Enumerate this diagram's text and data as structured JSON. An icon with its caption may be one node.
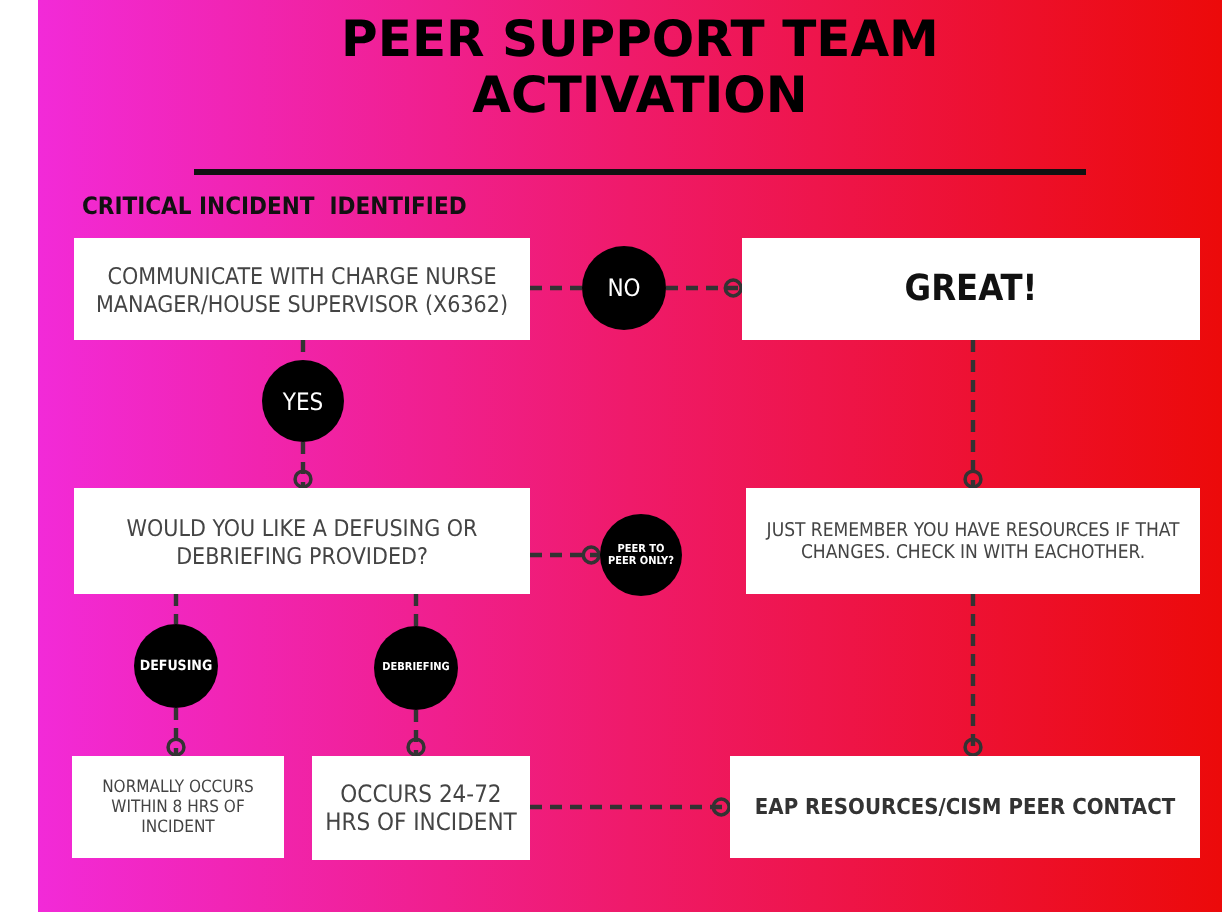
{
  "diagram": {
    "title": "PEER SUPPORT TEAM ACTIVATION",
    "nodes": [
      {
        "text": [
          "COMMUNICATE WITH CHARGE NURSE MANAGER/HOUSE SUPERVISOR (X6362)"
        ]
      },
      {
        "text": [
          "NO"
        ]
      },
      {
        "text": [
          "GREAT!"
        ]
      },
      {
        "text": [
          "YES"
        ]
      },
      {
        "text": [
          "WOULD YOU LIKE A DEFUSING OR DEBRIEFING PROVIDED?"
        ]
      },
      {
        "text": [
          "PEER TO PEER ONLY?"
        ]
      },
      {
        "text": [
          "JUST REMEMBER YOU HAVE RESOURCES IF THAT CHANGES. CHECK IN WITH EACHOTHER."
        ]
      },
      {
        "text": [
          "DEFUSING"
        ]
      },
      {
        "text": [
          "DEBRIEFING"
        ]
      },
      {
        "text": [
          "NORMALLY OCCURS WITHIN 8 HRS OF INCIDENT"
        ]
      },
      {
        "text": [
          "OCCURS 24-72 HRS OF INCIDENT"
        ]
      },
      {
        "text": [
          "EAP RESOURCES/CISM PEER CONTACT"
        ]
      }
    ],
    "edges": [
      {
        "from": 0,
        "to": 1,
        "arrow": "none"
      },
      {
        "from": 1,
        "to": 2,
        "arrow": "other"
      },
      {
        "from": 0,
        "to": 3,
        "arrow": "none"
      },
      {
        "from": 3,
        "to": 4,
        "arrow": "other"
      },
      {
        "from": 4,
        "to": 5,
        "arrow": "other"
      },
      {
        "from": 2,
        "to": 6,
        "arrow": "other"
      },
      {
        "from": 6,
        "to": 11,
        "arrow": "other"
      },
      {
        "from": 4,
        "to": 7,
        "arrow": "none"
      },
      {
        "from": 7,
        "to": 9,
        "arrow": "other"
      },
      {
        "from": 4,
        "to": 8,
        "arrow": "none"
      },
      {
        "from": 8,
        "to": 10,
        "arrow": "other"
      },
      {
        "from": 10,
        "to": 11,
        "arrow": "other"
      }
    ],
    "labels": [
      "CRITICAL INCIDENT  IDENTIFIED"
    ]
  }
}
